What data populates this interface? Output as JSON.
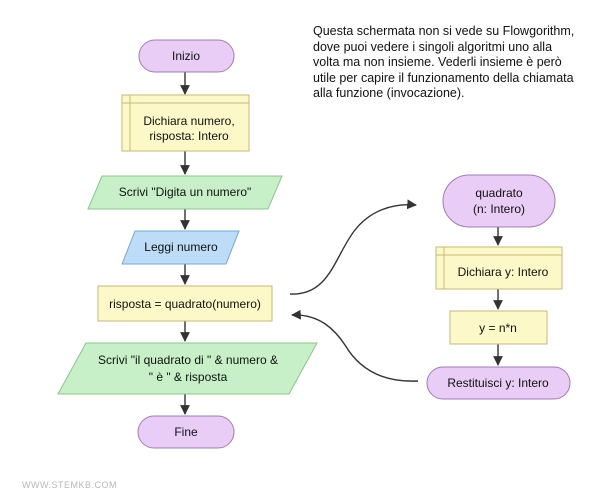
{
  "note": {
    "text": "Questa schermata non si vede su Flowgorithm,\ndove puoi vedere i singoli algoritmi uno alla\nvolta ma non insieme. Vederli insieme è però\nutile per capire il funzionamento della chiamata\nalla funzione (invocazione)."
  },
  "main": {
    "start": "Inizio",
    "declare_line1": "Dichiara numero,",
    "declare_line2": "risposta: Intero",
    "output1": "Scrivi \"Digita un numero\"",
    "input": "Leggi numero",
    "assign": "risposta = quadrato(numero)",
    "output2_line1": "Scrivi \"il quadrato di \" & numero &",
    "output2_line2": "\" è \" & risposta",
    "end": "Fine"
  },
  "func": {
    "start_line1": "quadrato",
    "start_line2": "(n: Intero)",
    "declare": "Dichiara y: Intero",
    "assign": "y = n*n",
    "return": "Restituisci y: Intero"
  },
  "watermark": "WWW.STEMKB.COM",
  "colors": {
    "terminal": "#e9cdf6",
    "terminal_stroke": "#a07cb3",
    "declare": "#fdf8c8",
    "declare_stroke": "#c7b97a",
    "output": "#c8f0c8",
    "output_stroke": "#8cc48c",
    "input": "#bcdcf8",
    "input_stroke": "#7aa6d0",
    "arrow": "#333333"
  }
}
